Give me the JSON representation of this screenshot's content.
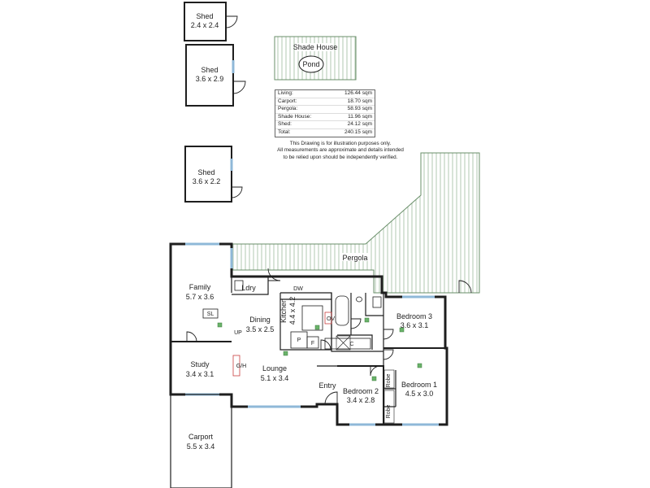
{
  "rooms": {
    "shed1": {
      "name": "Shed",
      "size": "2.4 x 2.4"
    },
    "shed2": {
      "name": "Shed",
      "size": "3.6 x 2.9"
    },
    "shed3": {
      "name": "Shed",
      "size": "3.6 x 2.2"
    },
    "shade_house": {
      "name": "Shade House"
    },
    "pond": {
      "name": "Pond"
    },
    "pergola": {
      "name": "Pergola"
    },
    "family": {
      "name": "Family",
      "size": "5.7 x 3.6"
    },
    "ldry": {
      "name": "Ldry"
    },
    "dining": {
      "name": "Dining",
      "size": "3.5 x 2.5"
    },
    "kitchen": {
      "name": "Kitchen",
      "size": "4.4 x 4.2"
    },
    "bedroom3": {
      "name": "Bedroom 3",
      "size": "3.6 x 3.1"
    },
    "study": {
      "name": "Study",
      "size": "3.4 x 3.1"
    },
    "lounge": {
      "name": "Lounge",
      "size": "5.1 x 3.4"
    },
    "entry": {
      "name": "Entry"
    },
    "bedroom2": {
      "name": "Bedroom 2",
      "size": "3.4 x 2.8"
    },
    "bedroom1": {
      "name": "Bedroom 1",
      "size": "4.5 x 3.0"
    },
    "carport": {
      "name": "Carport",
      "size": "5.5 x 3.4"
    }
  },
  "fixtures": {
    "sl": "SL",
    "up": "UP",
    "gh": "G/H",
    "dw": "DW",
    "ov": "OV",
    "p": "P",
    "f": "F",
    "c": "C",
    "robe1": "Robe",
    "robe2": "Robe"
  },
  "area_table": [
    {
      "label": "Living:",
      "value": "126.44 sqm"
    },
    {
      "label": "Carport:",
      "value": "18.70 sqm"
    },
    {
      "label": "Pergola:",
      "value": "58.93 sqm"
    },
    {
      "label": "Shade House:",
      "value": "11.96 sqm"
    },
    {
      "label": "Shed:",
      "value": "24.12 sqm"
    },
    {
      "label": "Total:",
      "value": "240.15 sqm"
    }
  ],
  "disclaimer": {
    "line1": "This Drawing is for illustration purposes only.",
    "line2": "All measurements are approximate and details intended",
    "line3": "to be relied upon should be independently verified."
  },
  "colors": {
    "wall": "#1e1e1e",
    "window": "#8fb8d8",
    "hatch": "#6a8f6a",
    "marker": "#6ab36a"
  }
}
